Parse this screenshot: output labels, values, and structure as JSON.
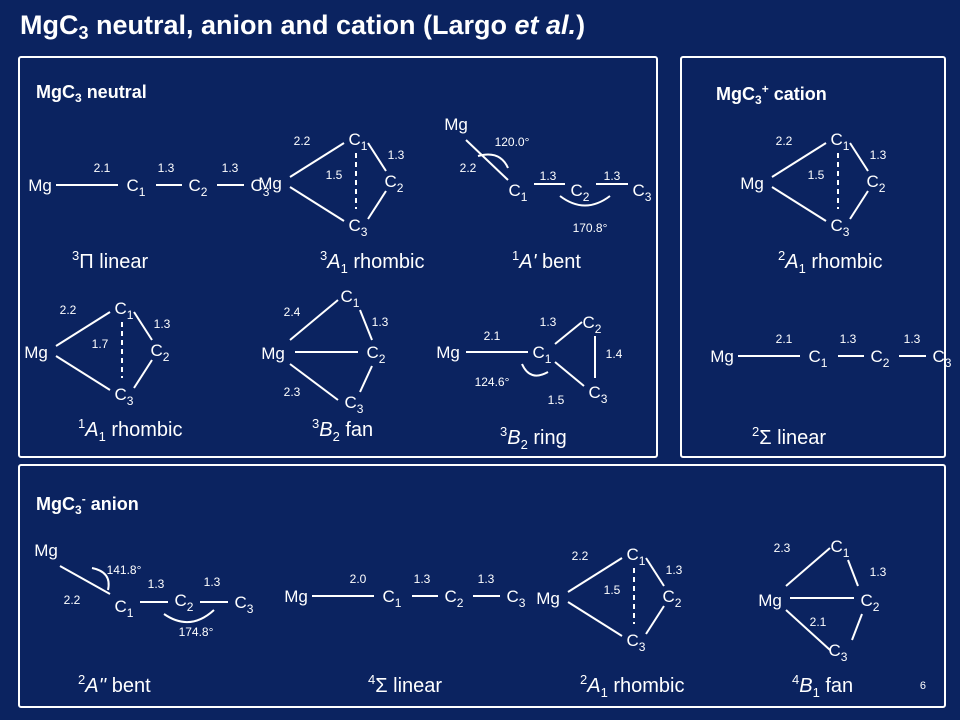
{
  "title": {
    "main": "MgC",
    "sub": "3",
    "rest": " neutral, anion and cation (Largo ",
    "etal": "et al.",
    "close": ")"
  },
  "panels": {
    "neutral": {
      "pre": "MgC",
      "sub": "3",
      "post": " neutral"
    },
    "cation": {
      "pre": "MgC",
      "sub": "3",
      "sup": "+",
      "post": " cation"
    },
    "anion": {
      "pre": "MgC",
      "sub": "3",
      "sup": "-",
      "post": " anion"
    }
  },
  "page_number": "6",
  "colors": {
    "background": "#0b2360",
    "foreground": "#ffffff"
  },
  "structures": [
    {
      "id": "n-3pi-linear",
      "label": {
        "sup": "3",
        "sym": "Π",
        "rest": " linear",
        "italic": false
      },
      "atoms": {
        "Mg": "Mg",
        "C1": "C1",
        "C2": "C2",
        "C3": "C3"
      },
      "bonds": [
        "2.1",
        "1.3",
        "1.3"
      ]
    },
    {
      "id": "n-3a1-rhombic",
      "label": {
        "sup": "3",
        "sym": "A",
        "sub": "1",
        "rest": " rhombic",
        "italic": true
      },
      "atoms": {
        "Mg": "Mg",
        "C1": "C1",
        "C2": "C2",
        "C3": "C3"
      },
      "bonds": [
        "2.2",
        "1.3",
        "1.5"
      ]
    },
    {
      "id": "n-1a-bent",
      "label": {
        "sup": "1",
        "sym": "A'",
        "rest": " bent",
        "italic": true
      },
      "atoms": {
        "Mg": "Mg",
        "C1": "C1",
        "C2": "C2",
        "C3": "C3"
      },
      "bonds": [
        "2.2",
        "1.3",
        "1.3"
      ],
      "angles": [
        "120.0°",
        "170.8°"
      ]
    },
    {
      "id": "n-1a1-rhombic",
      "label": {
        "sup": "1",
        "sym": "A",
        "sub": "1",
        "rest": " rhombic",
        "italic": true
      },
      "atoms": {
        "Mg": "Mg",
        "C1": "C1",
        "C2": "C2",
        "C3": "C3"
      },
      "bonds": [
        "2.2",
        "1.3",
        "1.7"
      ]
    },
    {
      "id": "n-3b2-fan",
      "label": {
        "sup": "3",
        "sym": "B",
        "sub": "2",
        "rest": " fan",
        "italic": true
      },
      "atoms": {
        "Mg": "Mg",
        "C1": "C1",
        "C2": "C2",
        "C3": "C3"
      },
      "bonds": [
        "2.4",
        "1.3",
        "2.3"
      ]
    },
    {
      "id": "n-3b2-ring",
      "label": {
        "sup": "3",
        "sym": "B",
        "sub": "2",
        "rest": " ring",
        "italic": true
      },
      "atoms": {
        "Mg": "Mg",
        "C1": "C1",
        "C2": "C2",
        "C3": "C3"
      },
      "bonds": [
        "2.1",
        "1.3",
        "1.4",
        "1.5"
      ],
      "angles": [
        "124.6°"
      ]
    },
    {
      "id": "c-2a1-rhombic",
      "label": {
        "sup": "2",
        "sym": "A",
        "sub": "1",
        "rest": " rhombic",
        "italic": true
      },
      "atoms": {
        "Mg": "Mg",
        "C1": "C1",
        "C2": "C2",
        "C3": "C3"
      },
      "bonds": [
        "2.2",
        "1.3",
        "1.5"
      ]
    },
    {
      "id": "c-2s-linear",
      "label": {
        "sup": "2",
        "sym": "Σ",
        "rest": " linear",
        "italic": false
      },
      "atoms": {
        "Mg": "Mg",
        "C1": "C1",
        "C2": "C2",
        "C3": "C3"
      },
      "bonds": [
        "2.1",
        "1.3",
        "1.3"
      ]
    },
    {
      "id": "a-2a-bent",
      "label": {
        "sup": "2",
        "sym": "A''",
        "rest": " bent",
        "italic": true
      },
      "atoms": {
        "Mg": "Mg",
        "C1": "C1",
        "C2": "C2",
        "C3": "C3"
      },
      "bonds": [
        "2.2",
        "1.3",
        "1.3"
      ],
      "angles": [
        "141.8°",
        "174.8°"
      ]
    },
    {
      "id": "a-4s-linear",
      "label": {
        "sup": "4",
        "sym": "Σ",
        "rest": " linear",
        "italic": false
      },
      "atoms": {
        "Mg": "Mg",
        "C1": "C1",
        "C2": "C2",
        "C3": "C3"
      },
      "bonds": [
        "2.0",
        "1.3",
        "1.3"
      ]
    },
    {
      "id": "a-2a1-rhombic",
      "label": {
        "sup": "2",
        "sym": "A",
        "sub": "1",
        "rest": " rhombic",
        "italic": true
      },
      "atoms": {
        "Mg": "Mg",
        "C1": "C1",
        "C2": "C2",
        "C3": "C3"
      },
      "bonds": [
        "2.2",
        "1.3",
        "1.5"
      ]
    },
    {
      "id": "a-4b1-fan",
      "label": {
        "sup": "4",
        "sym": "B",
        "sub": "1",
        "rest": " fan",
        "italic": true
      },
      "atoms": {
        "Mg": "Mg",
        "C1": "C1",
        "C2": "C2",
        "C3": "C3"
      },
      "bonds": [
        "2.3",
        "1.3",
        "2.1"
      ]
    }
  ]
}
